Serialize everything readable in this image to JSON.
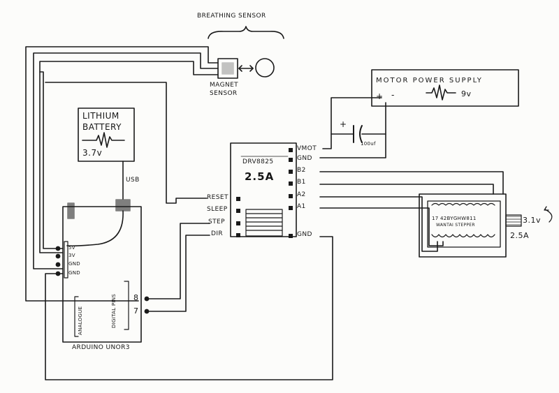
{
  "breathing_sensor": {
    "title": "BREATHING SENSOR"
  },
  "magnet_sensor": {
    "label_line1": "MAGNET",
    "label_line2": "SENSOR"
  },
  "battery": {
    "line1": "LITHIUM",
    "line2": "BATTERY",
    "voltage": "3.7v"
  },
  "usb_label": "USB",
  "motor_supply": {
    "title": "MOTOR POWER SUPPLY",
    "plus": "+",
    "minus": "-",
    "voltage": "9v"
  },
  "capacitor": {
    "plus": "+",
    "value": "100uf"
  },
  "driver": {
    "name": "DRV8825",
    "current": "2.5A",
    "pins_left": [
      "RESET",
      "SLEEP",
      "STEP",
      "DIR"
    ],
    "pins_right": [
      "VMOT",
      "GND",
      "B2",
      "B1",
      "A2",
      "A1",
      "GND"
    ]
  },
  "stepper": {
    "model": "17 42BYGHW811",
    "maker": "WANTAI STEPPER",
    "voltage": "3.1v",
    "current": "2.5A"
  },
  "arduino": {
    "name": "ARDUINO UNOR3",
    "power_pins": [
      "5V",
      "3V",
      "GND",
      "GND"
    ],
    "analogue_label": "ANALOGUE",
    "digital_label": "DIGITAL PINS",
    "digital_pins": [
      "8",
      "7"
    ]
  }
}
